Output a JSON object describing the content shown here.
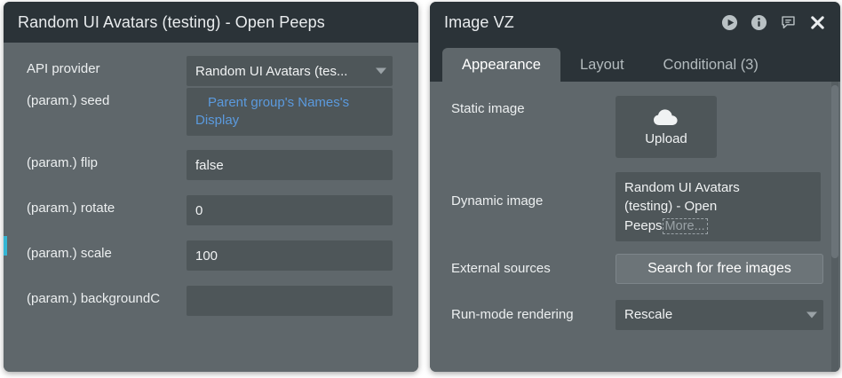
{
  "left_panel": {
    "title": "Random UI Avatars (testing) - Open Peeps",
    "rows": [
      {
        "label": "API provider",
        "value": "Random UI Avatars (tes...",
        "type": "select"
      },
      {
        "label": "(param.) seed",
        "value": "Parent group's Names's Display",
        "type": "link"
      },
      {
        "label": "(param.) flip",
        "value": "false",
        "type": "text"
      },
      {
        "label": "(param.) rotate",
        "value": "0",
        "type": "text"
      },
      {
        "label": "(param.) scale",
        "value": "100",
        "type": "text"
      },
      {
        "label": "(param.) backgroundC",
        "value": "",
        "type": "text"
      }
    ]
  },
  "right_panel": {
    "title": "Image VZ",
    "titlebar_icons": [
      {
        "name": "play-icon"
      },
      {
        "name": "info-icon"
      },
      {
        "name": "comment-icon"
      },
      {
        "name": "close-icon"
      }
    ],
    "tabs": [
      {
        "label": "Appearance",
        "active": true
      },
      {
        "label": "Layout",
        "active": false
      },
      {
        "label": "Conditional (3)",
        "active": false
      }
    ],
    "rows": {
      "static_image": {
        "label": "Static image",
        "upload_label": "Upload",
        "upload_icon": "cloud-upload-icon"
      },
      "dynamic_image": {
        "label": "Dynamic image",
        "value_line1": "Random UI Avatars",
        "value_line2": "(testing) - Open",
        "value_line3": "Peeps",
        "more_label": "More..."
      },
      "external_sources": {
        "label": "External sources",
        "button_label": "Search for free images"
      },
      "run_mode": {
        "label": "Run-mode rendering",
        "value": "Rescale"
      }
    }
  },
  "colors": {
    "panel_bg": "#5f676b",
    "titlebar_bg": "#2b3338",
    "field_bg": "#4e5659",
    "link_blue": "#5b9ade",
    "accent_cyan": "#35b6d4",
    "text_primary": "#f0f2f3",
    "text_muted": "#9aa2a6"
  }
}
